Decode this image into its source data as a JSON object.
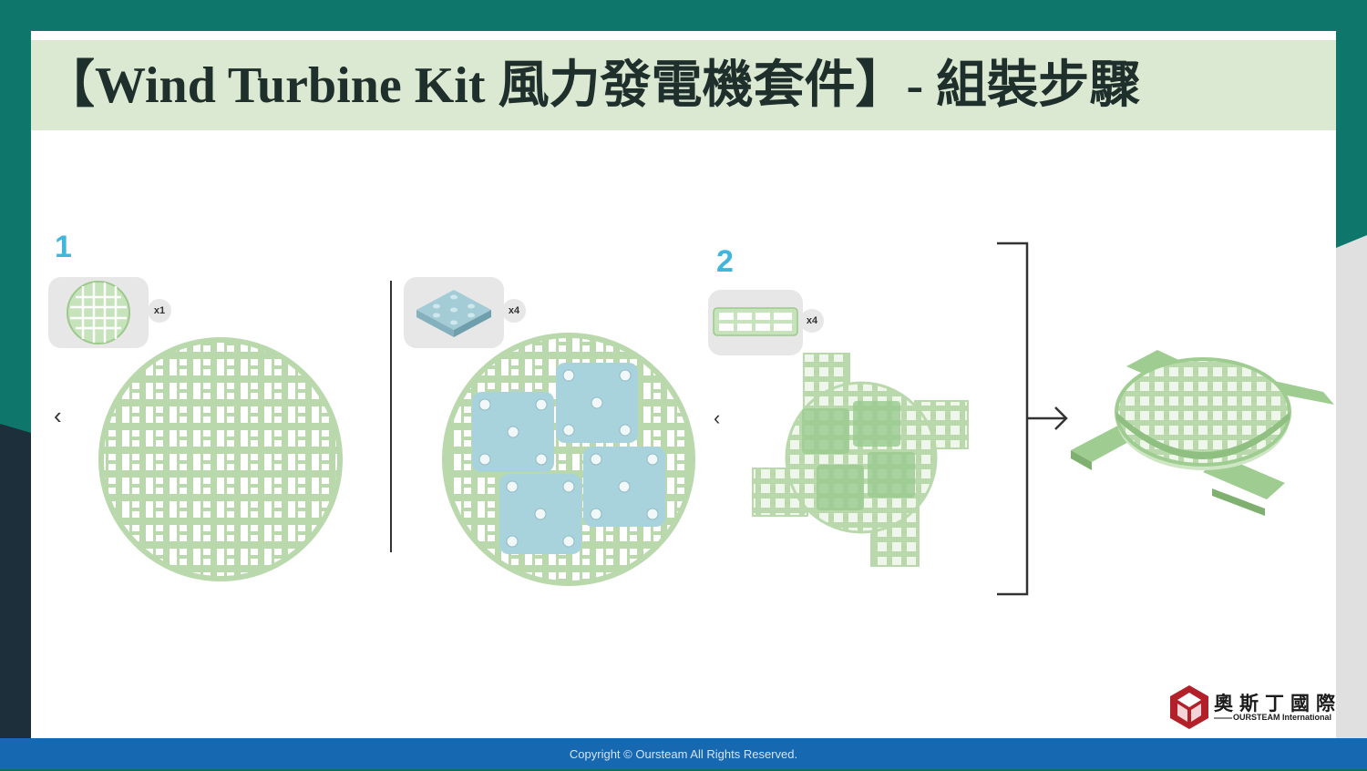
{
  "slide": {
    "title": "【Wind Turbine Kit 風力發電機套件】- 組裝步驟",
    "footer": "Copyright © Oursteam All Rights Reserved."
  },
  "steps": [
    {
      "number": "1",
      "parts": [
        {
          "icon": "round-grid-plate-icon",
          "quantity": "x1"
        },
        {
          "icon": "square-connector-plate-icon",
          "quantity": "x4"
        }
      ]
    },
    {
      "number": "2",
      "parts": [
        {
          "icon": "rectangular-frame-icon",
          "quantity": "x4"
        }
      ]
    }
  ],
  "nav": {
    "prev_symbol": "‹",
    "prev_symbol_2": "‹"
  },
  "logo": {
    "name_cn": "奧斯丁國際",
    "name_en": "OURSTEAM International"
  },
  "colors": {
    "teal": "#0f766b",
    "dark_navy": "#1d2f3a",
    "title_band": "#dbe9d3",
    "footer_blue": "#1668b1",
    "step_number": "#3fb6dc",
    "part_green": "#b9d9ad",
    "part_blue": "#a9d3dc",
    "logo_red": "#b3202a"
  }
}
